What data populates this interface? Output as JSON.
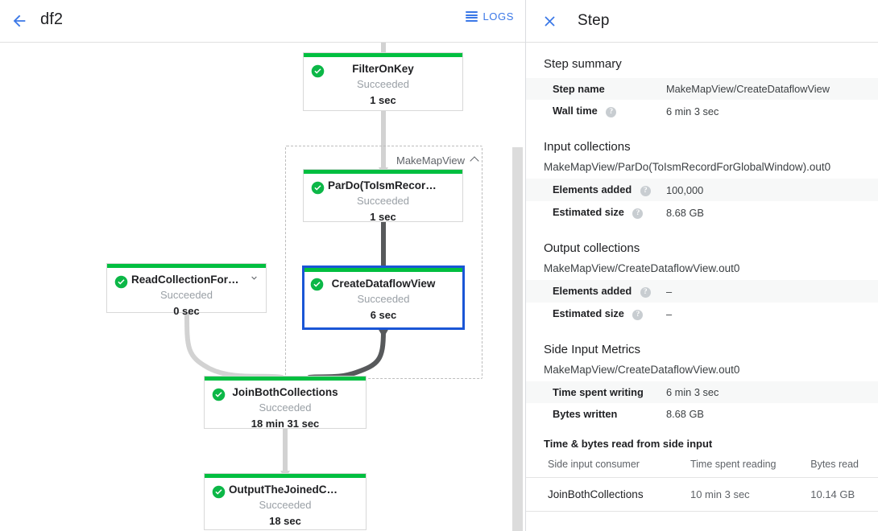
{
  "header": {
    "back_icon": "arrow-back-icon",
    "job_title": "df2",
    "logs_label": "LOGS",
    "logs_icon": "logs-list-icon",
    "accent": "#3b78e7"
  },
  "graph": {
    "group": {
      "label": "MakeMapView",
      "collapse_icon": "chevron-up-icon"
    },
    "nodes": [
      {
        "id": "filter-on-key",
        "name": "FilterOnKey",
        "status": "Succeeded",
        "duration": "1 sec",
        "status_icon": "check-circle-icon",
        "selected": false,
        "expandable": false
      },
      {
        "id": "pardo-toismrecord",
        "name": "ParDo(ToIsmRecordFor…)",
        "name_display": "ParDo(ToIsmRecordFor…",
        "status": "Succeeded",
        "duration": "1 sec",
        "status_icon": "check-circle-icon",
        "selected": false,
        "expandable": false
      },
      {
        "id": "create-dataflow-view",
        "name": "CreateDataflowView",
        "status": "Succeeded",
        "duration": "6 sec",
        "status_icon": "check-circle-icon",
        "selected": true,
        "expandable": false
      },
      {
        "id": "read-collection-for-join",
        "name": "ReadCollectionForJoin",
        "status": "Succeeded",
        "duration": "0 sec",
        "status_icon": "check-circle-icon",
        "selected": false,
        "expandable": true,
        "expand_icon": "chevron-down-icon"
      },
      {
        "id": "join-both-collections",
        "name": "JoinBothCollections",
        "status": "Succeeded",
        "duration": "18 min 31 sec",
        "status_icon": "check-circle-icon",
        "selected": false,
        "expandable": false
      },
      {
        "id": "output-the-joined-collection",
        "name": "OutputTheJoinedCollec…",
        "status": "Succeeded",
        "duration": "18 sec",
        "status_icon": "check-circle-icon",
        "selected": false,
        "expandable": false
      }
    ],
    "colors": {
      "status_bar": "#00bf40",
      "selected_border": "#1a56d6",
      "edge_light": "#d2d2d2",
      "edge_dark": "#57595b",
      "group_border": "#bdbdbd"
    }
  },
  "side_panel": {
    "close_icon": "close-icon",
    "title": "Step",
    "step_summary": {
      "heading": "Step summary",
      "rows": [
        {
          "key": "Step name",
          "value": "MakeMapView/CreateDataflowView",
          "help": false
        },
        {
          "key": "Wall time",
          "value": "6 min 3 sec",
          "help": true
        }
      ]
    },
    "input_collections": {
      "heading": "Input collections",
      "collection": "MakeMapView/ParDo(ToIsmRecordForGlobalWindow).out0",
      "rows": [
        {
          "key": "Elements added",
          "value": "100,000",
          "help": true
        },
        {
          "key": "Estimated size",
          "value": "8.68 GB",
          "help": true
        }
      ]
    },
    "output_collections": {
      "heading": "Output collections",
      "collection": "MakeMapView/CreateDataflowView.out0",
      "rows": [
        {
          "key": "Elements added",
          "value": "–",
          "help": true
        },
        {
          "key": "Estimated size",
          "value": "–",
          "help": true
        }
      ]
    },
    "side_input_metrics": {
      "heading": "Side Input Metrics",
      "collection": "MakeMapView/CreateDataflowView.out0",
      "rows": [
        {
          "key": "Time spent writing",
          "value": "6 min 3 sec",
          "help": false
        },
        {
          "key": "Bytes written",
          "value": "8.68 GB",
          "help": false
        }
      ],
      "table_title": "Time & bytes read from side input",
      "columns": [
        "Side input consumer",
        "Time spent reading",
        "Bytes read"
      ],
      "rows_table": [
        {
          "consumer": "JoinBothCollections",
          "time_spent_reading": "10 min 3 sec",
          "bytes_read": "10.14 GB"
        }
      ]
    }
  }
}
